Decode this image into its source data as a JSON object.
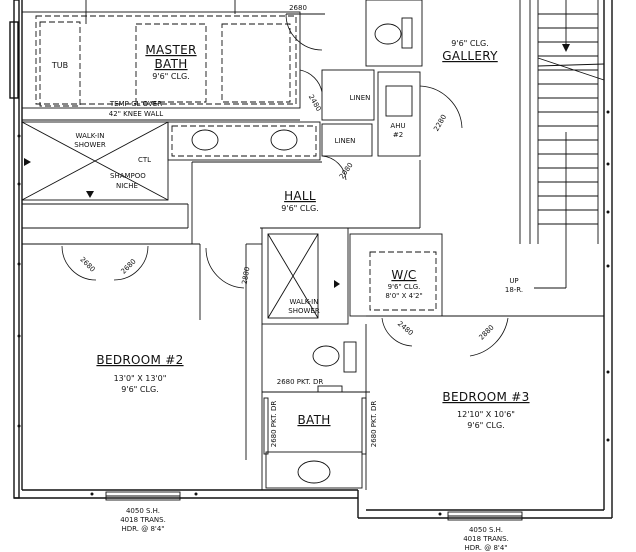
{
  "rooms": {
    "master_bath": {
      "name_line1": "MASTER",
      "name_line2": "BATH",
      "clg": "9'6\" CLG."
    },
    "tub": "TUB",
    "gallery": {
      "clg": "9'6\" CLG.",
      "name": "GALLERY"
    },
    "hall": {
      "name": "HALL",
      "clg": "9'6\" CLG."
    },
    "bedroom2": {
      "name": "BEDROOM #2",
      "size": "13'0\" X 13'0\"",
      "clg": "9'6\" CLG."
    },
    "bedroom3": {
      "name": "BEDROOM #3",
      "size": "12'10\" X 10'6\"",
      "clg": "9'6\" CLG."
    },
    "bath": {
      "name": "BATH"
    },
    "wic": {
      "name": "W/C",
      "clg": "9'6\" CLG.",
      "size": "8'0\" X 4'2\""
    }
  },
  "labels": {
    "temp_gl_line1": "TEMP GL OVER",
    "temp_gl_line2": "42\" KNEE WALL",
    "walkin_master_line1": "WALK-IN",
    "walkin_master_line2": "SHOWER",
    "ctl": "CTL",
    "shampoo_line1": "SHAMPOO",
    "shampoo_line2": "NICHE",
    "linen_top": "LINEN",
    "linen_bottom": "LINEN",
    "ahu_line1": "AHU",
    "ahu_line2": "#2",
    "walkin_bath_line1": "WALK-IN",
    "walkin_bath_line2": "SHOWER",
    "pkt_dr_h": "2680 PKT. DR",
    "pkt_dr_left": "2680 PKT. DR",
    "pkt_dr_right": "2680 PKT. DR",
    "stair_line1": "UP",
    "stair_line2": "18-R."
  },
  "doors": {
    "d_top": "2680",
    "d_linen": "2480",
    "d_hall_small": "2080",
    "d_ahu": "2280",
    "d_bed2_a": "2680",
    "d_bed2_b": "2680",
    "d_bed2_c": "2880",
    "d_wic": "2480",
    "d_bed3": "2880"
  },
  "windows": {
    "w_left": {
      "line1": "4050 S.H.",
      "line2": "4018 TRANS.",
      "line3": "HDR. @ 8'4\""
    },
    "w_right": {
      "line1": "4050 S.H.",
      "line2": "4018 TRANS.",
      "line3": "HDR. @ 8'4\""
    }
  }
}
